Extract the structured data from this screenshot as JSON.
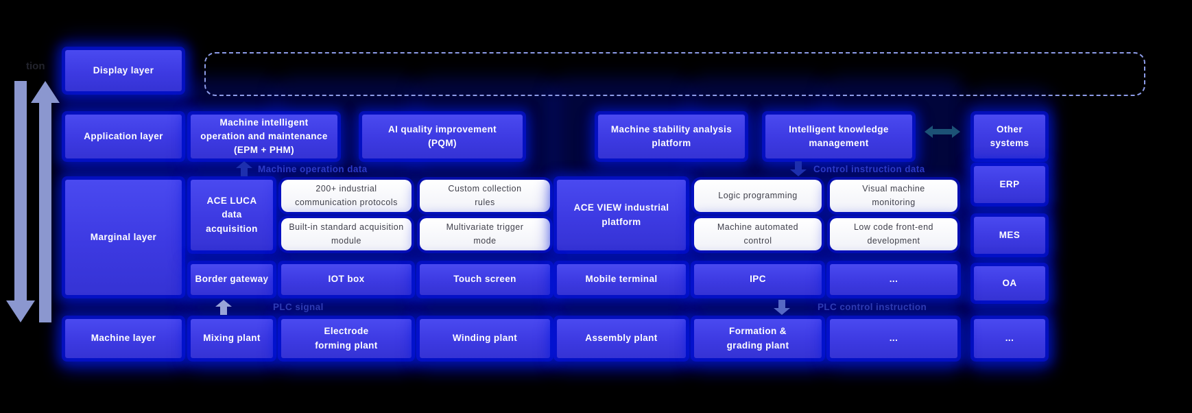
{
  "colors": {
    "node_blue": "#3d3ae2",
    "glow_blue": "#0516dc",
    "flow_label_blue": "#2c3ac9",
    "arrow_periwinkle": "#8b97cf",
    "double_arrow_teal": "#1c5276",
    "dashed_border": "#8d9ce8",
    "white_box_text": "#3f3f4a"
  },
  "clipped_label": "tion",
  "layers": {
    "display": "Display layer",
    "application": "Application layer",
    "marginal": "Marginal layer",
    "machine": "Machine layer"
  },
  "application_row": {
    "epm_phm": "Machine intelligent operation and maintenance (EPM + PHM)",
    "pqm": "AI quality improvement (PQM)",
    "stability": "Machine stability analysis platform",
    "knowledge": "Intelligent knowledge management"
  },
  "external_systems": [
    "Other systems",
    "ERP",
    "MES",
    "OA",
    "..."
  ],
  "flow": {
    "machine_operation_data": "Machine operation data",
    "control_instruction_data": "Control instruction data",
    "plc_signal": "PLC signal",
    "plc_control_instruction": "PLC control instruction"
  },
  "acquisition": {
    "title": "ACE LUCA data acquisition",
    "features": [
      "200+ industrial communication protocols",
      "Built-in standard acquisition module",
      "Custom collection rules",
      "Multivariate trigger mode"
    ]
  },
  "platform": {
    "title": "ACE VIEW industrial platform",
    "features": [
      "Logic programming",
      "Machine automated control",
      "Visual machine monitoring",
      "Low code front-end development"
    ]
  },
  "edge_devices": [
    "Border gateway",
    "IOT box",
    "Touch screen",
    "Mobile terminal",
    "IPC",
    "..."
  ],
  "machine_row": [
    "Mixing plant",
    "Electrode forming plant",
    "Winding plant",
    "Assembly plant",
    "Formation & grading plant",
    "...",
    "..."
  ]
}
